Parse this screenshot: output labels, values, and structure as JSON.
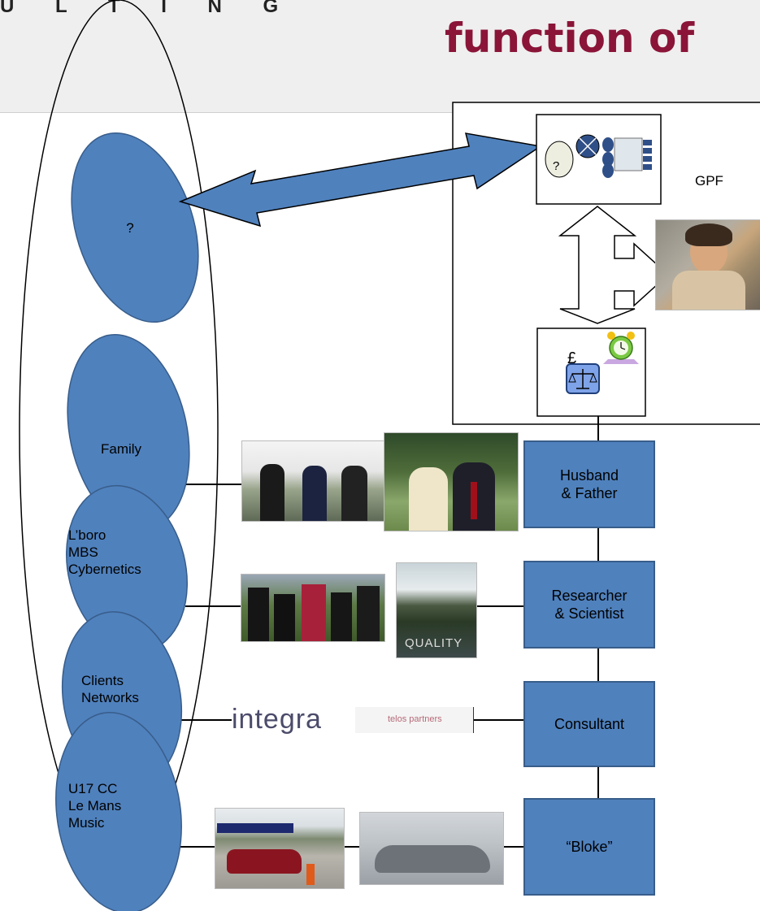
{
  "header": {
    "brand": "U L T I N G",
    "title": "function of"
  },
  "system": {
    "label": "GPF",
    "question": "?",
    "pound": "£"
  },
  "spheres": [
    {
      "label": "?"
    },
    {
      "label": "Family"
    },
    {
      "label": "L’boro\nMBS\nCybernetics"
    },
    {
      "label": "Clients\nNetworks"
    },
    {
      "label": "U17 CC\nLe Mans\nMusic"
    }
  ],
  "roles": [
    {
      "label": "Husband\n& Father"
    },
    {
      "label": "Researcher\n& Scientist"
    },
    {
      "label": "Consultant"
    },
    {
      "label": "“Bloke”"
    }
  ],
  "logos": {
    "integra": "integra",
    "telos": "telos partners",
    "quality": "QUALITY"
  },
  "colors": {
    "accent_title": "#8a1538",
    "shape_fill": "#4f81bd",
    "shape_stroke": "#385d8a"
  }
}
